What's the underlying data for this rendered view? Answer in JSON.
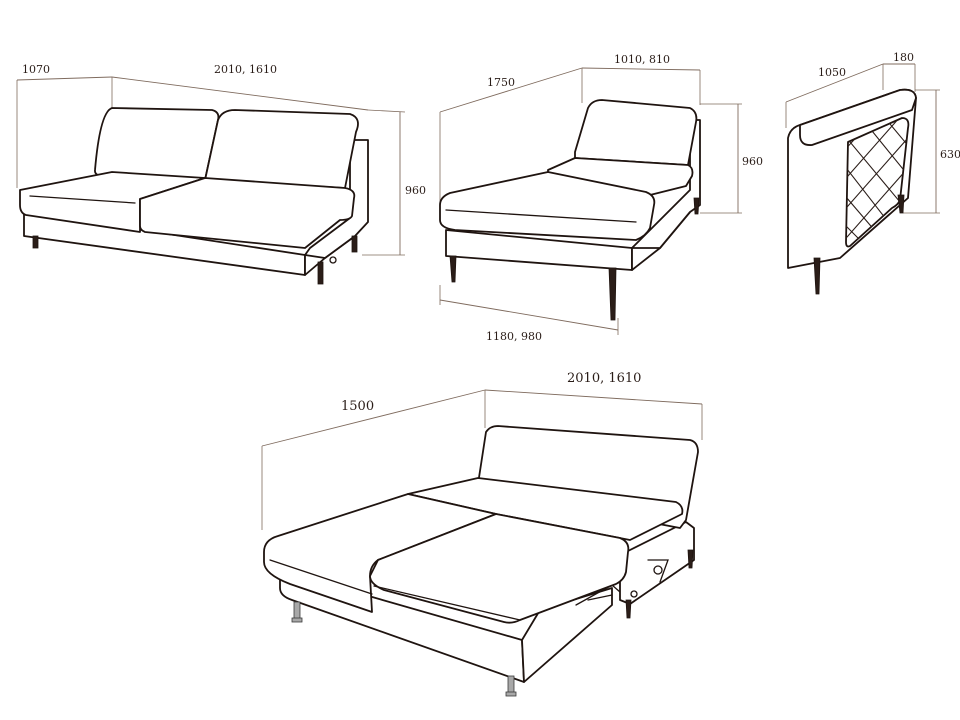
{
  "views": {
    "sofa": {
      "depth": "1070",
      "width": "2010, 1610",
      "height": "960"
    },
    "chaise": {
      "length": "1750",
      "width": "1010, 810",
      "height": "960",
      "seat_width": "1180, 980"
    },
    "armrest": {
      "depth": "1050",
      "thickness": "180",
      "height": "630"
    },
    "bed": {
      "length": "1500",
      "width": "2010, 1610"
    }
  },
  "colors": {
    "line": "#1f1410",
    "dimension": "#7f6b5e",
    "background": "#ffffff"
  }
}
